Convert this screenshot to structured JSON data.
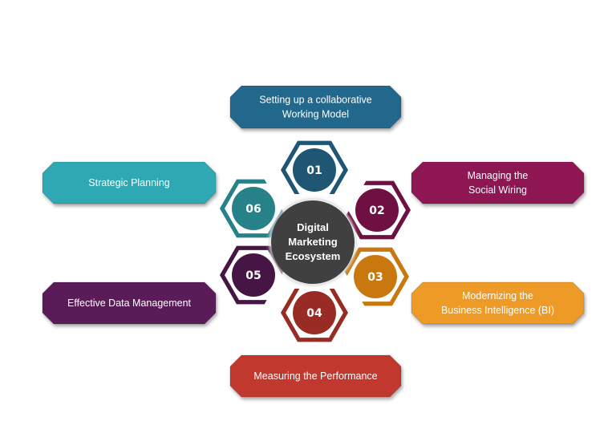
{
  "title": "Digital Marketing Ecosystem",
  "center": {
    "lines": [
      "Digital",
      "Marketing",
      "Ecosystem"
    ],
    "color": "#404040"
  },
  "steps": [
    {
      "number": "01",
      "label_lines": [
        "Setting up a collaborative",
        "Working Model"
      ],
      "ring_color": "#1f5673",
      "box_color": "#24688c",
      "position": "top"
    },
    {
      "number": "02",
      "label_lines": [
        "Managing the",
        "Social Wiring"
      ],
      "ring_color": "#6e1142",
      "box_color": "#8e1553",
      "position": "right-top"
    },
    {
      "number": "03",
      "label_lines": [
        "Modernizing the",
        "Business Intelligence (BI)"
      ],
      "ring_color": "#c8780f",
      "box_color": "#ee9a26",
      "position": "right-bottom"
    },
    {
      "number": "04",
      "label_lines": [
        "Measuring the Performance"
      ],
      "ring_color": "#982c24",
      "box_color": "#c0392f",
      "position": "bottom"
    },
    {
      "number": "05",
      "label_lines": [
        "Effective Data Management"
      ],
      "ring_color": "#461544",
      "box_color": "#5a1a58",
      "position": "left-bottom"
    },
    {
      "number": "06",
      "label_lines": [
        "Strategic Planning"
      ],
      "ring_color": "#268188",
      "box_color": "#2fa8b2",
      "position": "left-top"
    }
  ]
}
